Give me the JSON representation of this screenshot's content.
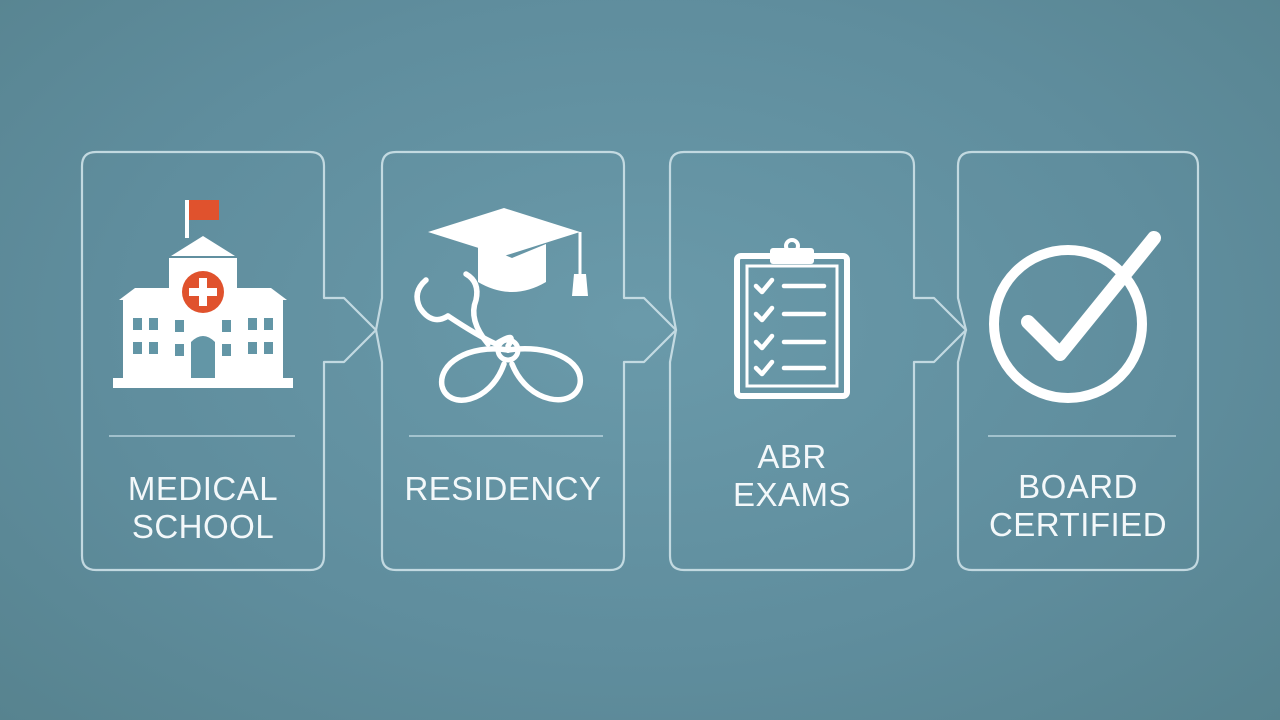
{
  "colors": {
    "background": "#6396a6",
    "panel_border": "#d3e6ec",
    "icon_white": "#ffffff",
    "flag_accent": "#e0522d",
    "cross_accent": "#e0522d"
  },
  "steps": [
    {
      "label_line1": "MEDICAL",
      "label_line2": "SCHOOL",
      "icon": "hospital-icon"
    },
    {
      "label_line1": "RESIDENCY",
      "label_line2": "",
      "icon": "graduation-cap-stethoscope-icon"
    },
    {
      "label_line1": "ABR",
      "label_line2": "EXAMS",
      "icon": "clipboard-checklist-icon"
    },
    {
      "label_line1": "BOARD",
      "label_line2": "CERTIFIED",
      "icon": "checkmark-circle-icon"
    }
  ]
}
